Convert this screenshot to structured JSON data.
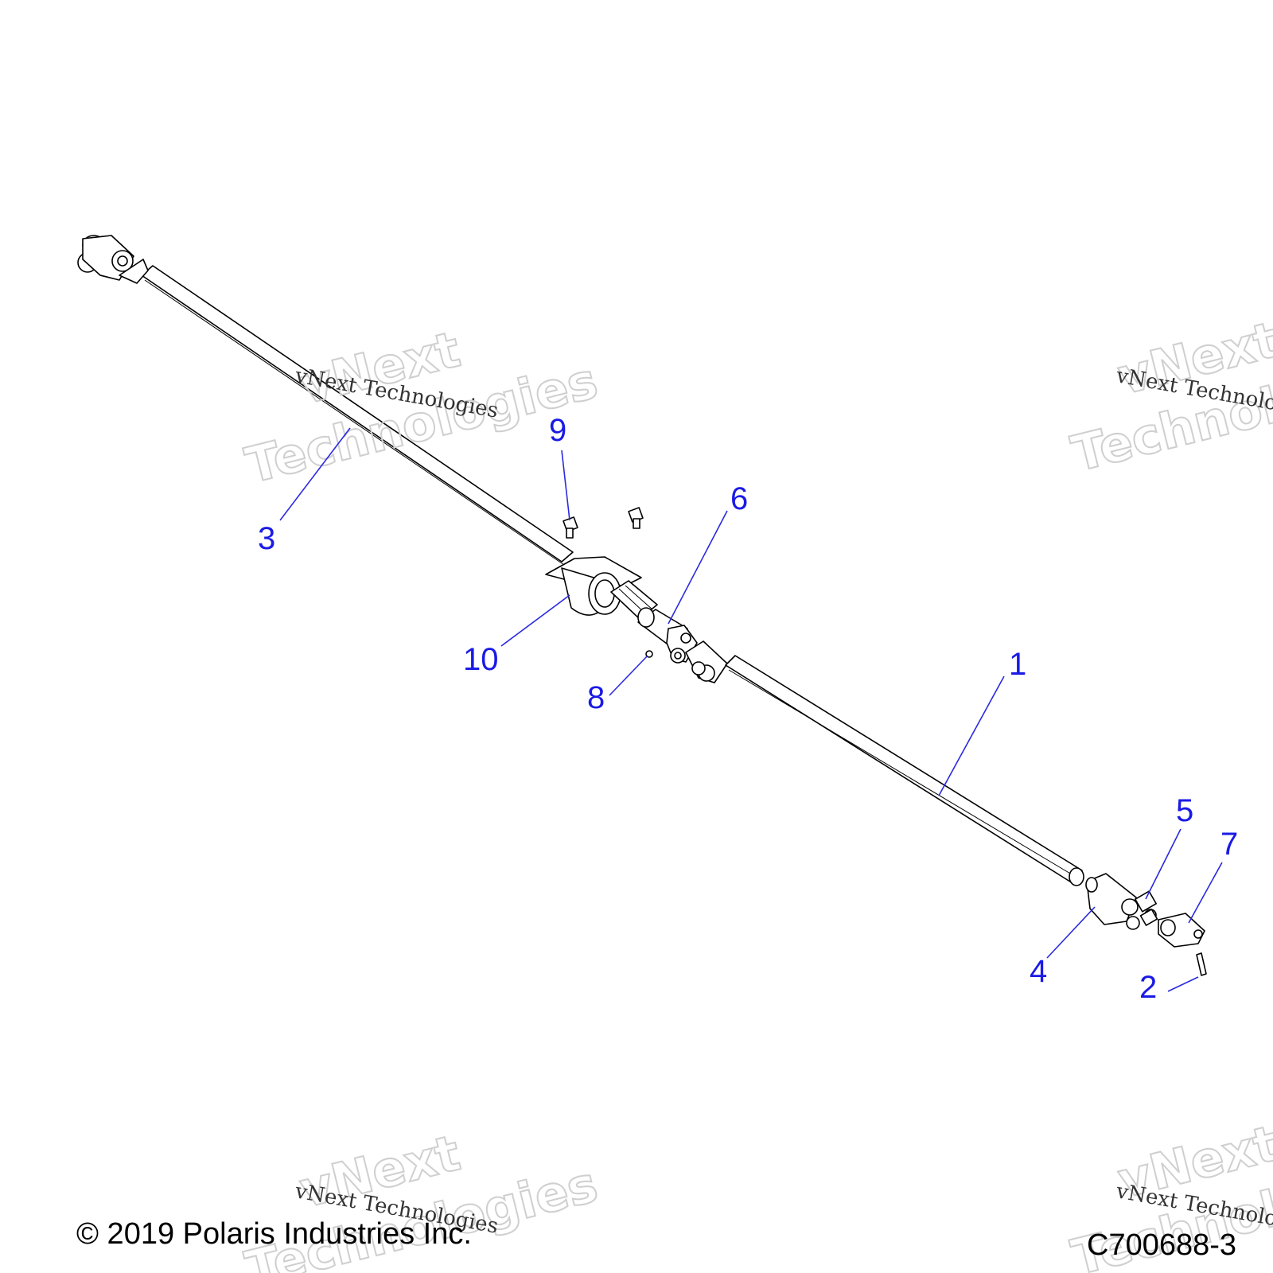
{
  "copyright": "© 2019 Polaris Industries Inc.",
  "drawing_id": "C700688-3",
  "watermark": {
    "line_small": "vNext Technologies",
    "line_big_1": "vNext",
    "line_big_2": "Technologies"
  },
  "callouts": [
    "1",
    "2",
    "3",
    "4",
    "5",
    "6",
    "7",
    "8",
    "9",
    "10"
  ],
  "colors": {
    "callout": "#1a1ae6",
    "line": "#000000"
  }
}
